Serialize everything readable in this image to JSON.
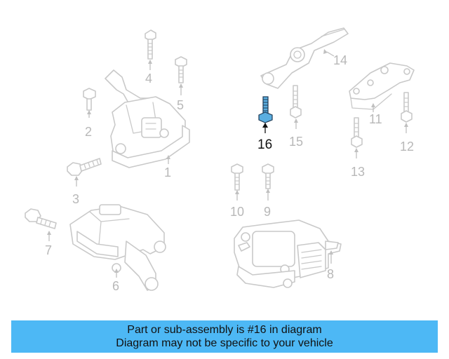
{
  "diagram": {
    "labels": {
      "l1": "1",
      "l2": "2",
      "l3": "3",
      "l4": "4",
      "l5": "5",
      "l6": "6",
      "l7": "7",
      "l8": "8",
      "l9": "9",
      "l10": "10",
      "l11": "11",
      "l12": "12",
      "l13": "13",
      "l14": "14",
      "l15": "15",
      "l16": "16"
    },
    "highlighted_part": "16",
    "highlight_color": "#5aaee0"
  },
  "banner": {
    "line1": "Part or sub-assembly is #16 in diagram",
    "line2": "Diagram may not be specific to your vehicle",
    "color": "#4db8f5"
  }
}
